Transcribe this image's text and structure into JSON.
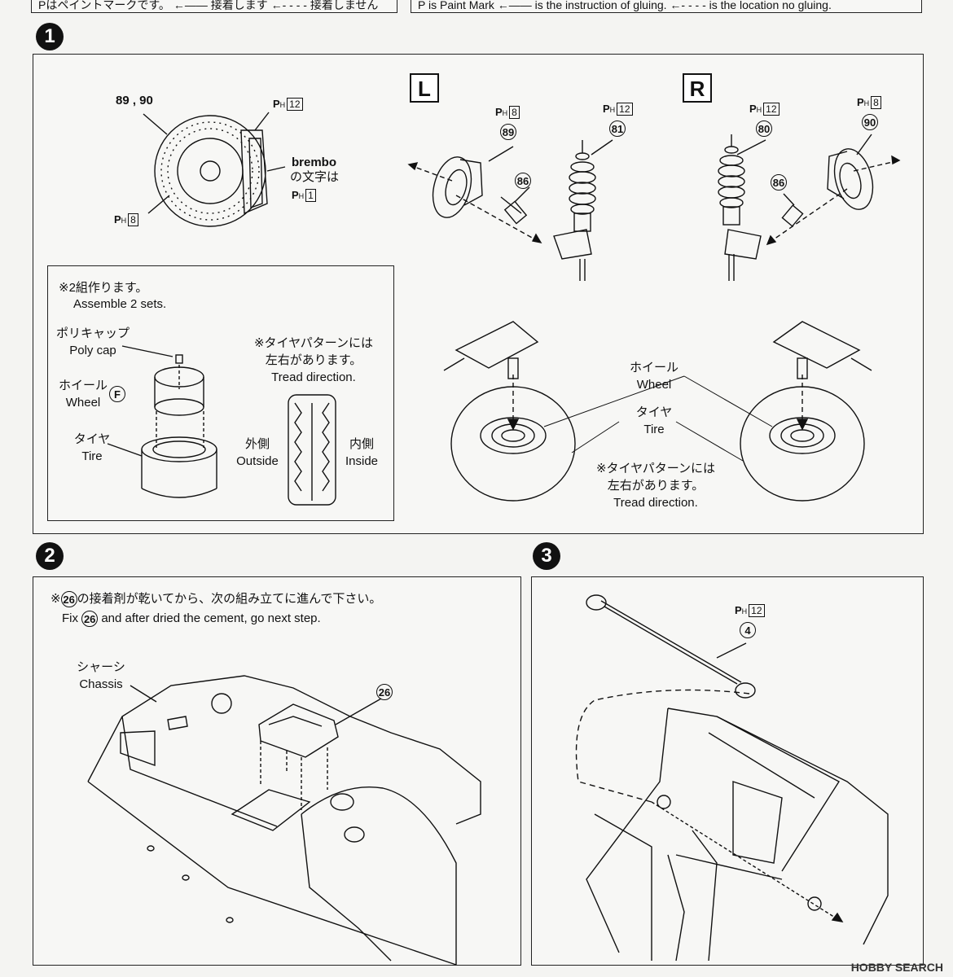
{
  "legend": {
    "jp": "Pはペイントマークです。 ←—— 接着します ←- - - - 接着しません",
    "en": "P is Paint Mark ←—— is the instruction of gluing. ←- - - - is the location no gluing."
  },
  "step1": {
    "number": "1",
    "disc": {
      "part": "89 , 90",
      "paint_caliper": "12",
      "paint_disc": "8",
      "brembo": "brembo",
      "brembo_jp": "の文字は",
      "paint_brembo": "1"
    },
    "left": {
      "tag": "L",
      "p89": "89",
      "p81": "81",
      "p86": "86",
      "paint89": "8",
      "paint81": "12"
    },
    "right": {
      "tag": "R",
      "p90": "90",
      "p80": "80",
      "p86": "86",
      "paint90": "8",
      "paint80": "12"
    },
    "note": {
      "jp": "※2組作ります。",
      "en": "Assemble 2 sets.",
      "polycap_jp": "ポリキャップ",
      "polycap_en": "Poly cap",
      "wheel_jp": "ホイール",
      "wheel_en": "Wheel",
      "wheel_part": "F",
      "tire_jp": "タイヤ",
      "tire_en": "Tire",
      "tread_jp1": "※タイヤパターンには",
      "tread_jp2": "左右があります。",
      "tread_en": "Tread direction.",
      "outside_jp": "外側",
      "outside_en": "Outside",
      "inside_jp": "内側",
      "inside_en": "Inside"
    },
    "assembly": {
      "wheel_jp": "ホイール",
      "wheel_en": "Wheel",
      "tire_jp": "タイヤ",
      "tire_en": "Tire",
      "tread_jp1": "※タイヤパターンには",
      "tread_jp2": "左右があります。",
      "tread_en": "Tread direction."
    }
  },
  "step2": {
    "number": "2",
    "note_jp_pre": "※",
    "note_part": "26",
    "note_jp": "の接着剤が乾いてから、次の組み立てに進んで下さい。",
    "note_en_pre": "Fix",
    "note_en": "and after dried the cement, go next step.",
    "chassis_jp": "シャーシ",
    "chassis_en": "Chassis",
    "part": "26"
  },
  "step3": {
    "number": "3",
    "paint": "12",
    "part": "4"
  },
  "watermark": "HOBBY SEARCH"
}
